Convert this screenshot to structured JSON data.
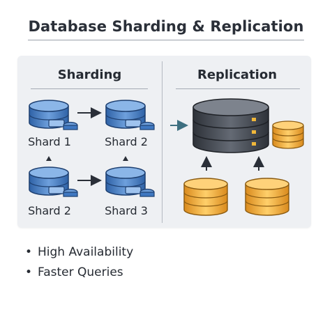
{
  "title": "Database Sharding & Replication",
  "sharding": {
    "heading": "Sharding",
    "shards": [
      "Shard 1",
      "Shard 2",
      "Shard 2",
      "Shard 3"
    ]
  },
  "replication": {
    "heading": "Replication"
  },
  "bullets": [
    "High Availability",
    "Faster Queries"
  ],
  "colors": {
    "shard_blue": "#3f78c1",
    "primary_gray": "#4a4f58",
    "replica_gold": "#f0a93a",
    "status_light": "#f0b73a"
  }
}
